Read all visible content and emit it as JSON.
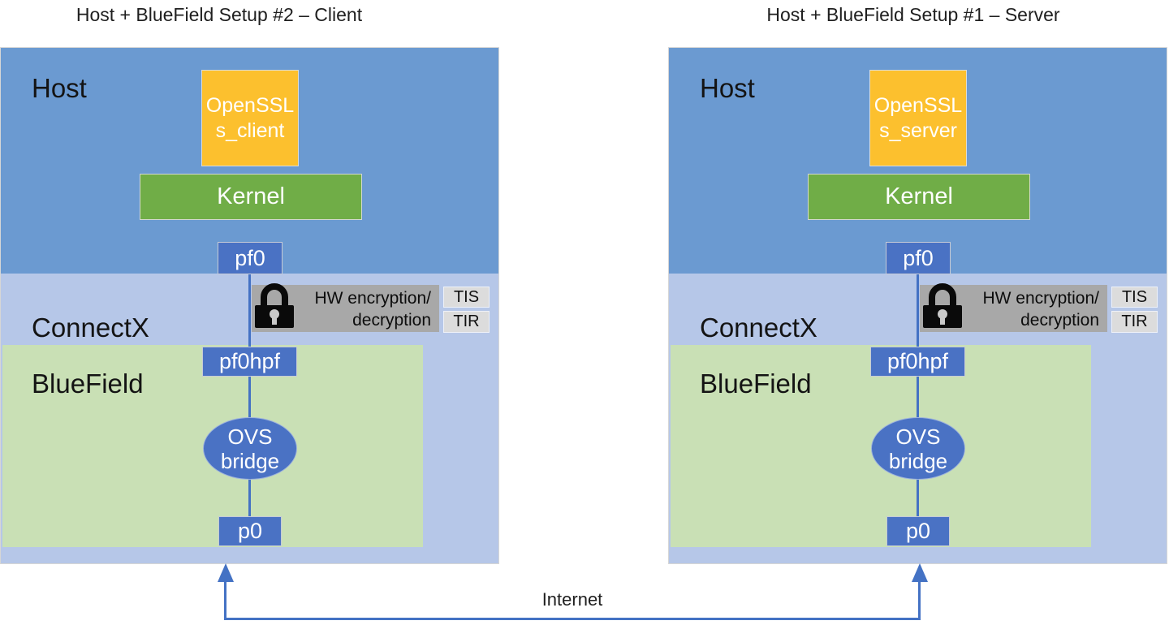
{
  "internet_label": "Internet",
  "colors": {
    "host_blue": "#6b9ad1",
    "band_lavender": "#b6c7e8",
    "bluefield_green": "#c9e0b5",
    "kernel_green": "#70ad47",
    "app_gold": "#fcc02e",
    "node_blue": "#4a72c4",
    "line_blue": "#4472c4",
    "hw_gray": "#a8a8a8",
    "chip_gray": "#dcdcdc",
    "text_dark": "#1f1f1f"
  },
  "diagrams": [
    {
      "title": "Host + BlueField Setup #2 – Client",
      "host_label": "Host",
      "app_line1": "OpenSSL",
      "app_line2": "s_client",
      "kernel_label": "Kernel",
      "pf0_label": "pf0",
      "connectx_label": "ConnectX",
      "hw_line1": "HW encryption/",
      "hw_line2": "decryption",
      "tis_label": "TIS",
      "tir_label": "TIR",
      "bluefield_label": "BlueField",
      "pf0hpf_label": "pf0hpf",
      "ovs_line1": "OVS",
      "ovs_line2": "bridge",
      "p0_label": "p0"
    },
    {
      "title": "Host + BlueField Setup #1 – Server",
      "host_label": "Host",
      "app_line1": "OpenSSL",
      "app_line2": "s_server",
      "kernel_label": "Kernel",
      "pf0_label": "pf0",
      "connectx_label": "ConnectX",
      "hw_line1": "HW encryption/",
      "hw_line2": "decryption",
      "tis_label": "TIS",
      "tir_label": "TIR",
      "bluefield_label": "BlueField",
      "pf0hpf_label": "pf0hpf",
      "ovs_line1": "OVS",
      "ovs_line2": "bridge",
      "p0_label": "p0"
    }
  ]
}
